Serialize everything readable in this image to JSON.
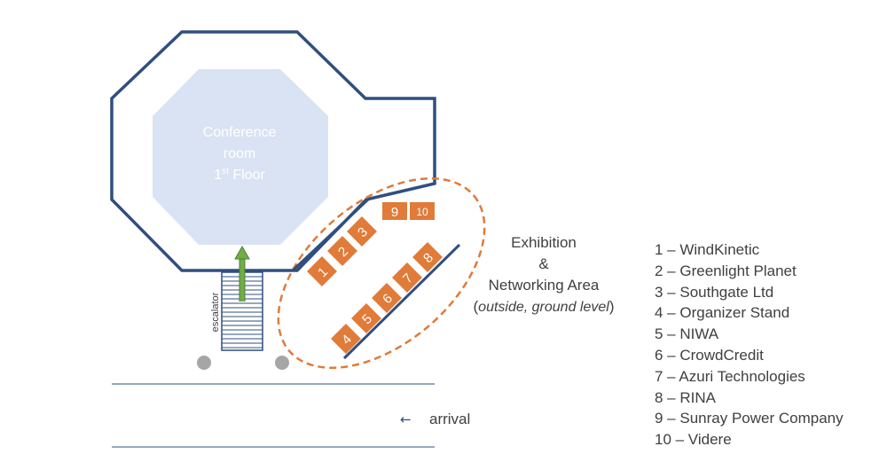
{
  "conference_room": {
    "line1": "Conference",
    "line2": "room",
    "line3_num": "1",
    "line3_sup": "st",
    "line3_rest": " Floor"
  },
  "escalator_label": "escalator",
  "exhibition": {
    "line1": "Exhibition",
    "line2": "&",
    "line3": "Networking Area",
    "line4_open": "(",
    "line4_italic": "outside, ground level",
    "line4_close": ")"
  },
  "arrival": {
    "arrow": "←",
    "label": "arrival"
  },
  "booths": [
    {
      "label": "1"
    },
    {
      "label": "2"
    },
    {
      "label": "3"
    },
    {
      "label": "4"
    },
    {
      "label": "5"
    },
    {
      "label": "6"
    },
    {
      "label": "7"
    },
    {
      "label": "8"
    },
    {
      "label": "9"
    },
    {
      "label": "10"
    }
  ],
  "legend": [
    "1 – WindKinetic",
    "2 – Greenlight Planet",
    "3 – Southgate Ltd",
    "4 – Organizer Stand",
    "5 – NIWA",
    "6 – CrowdCredit",
    "7 – Azuri Technologies",
    "8 – RINA",
    "9 – Sunray Power Company",
    "10 – Videre"
  ],
  "colors": {
    "building_outline": "#2f4f7f",
    "room_fill": "#dae3f3",
    "booth_fill": "#e07b39",
    "dashed_ellipse": "#e07b39",
    "escalator_arrow": "#70ad47",
    "pillar": "#a6a6a6",
    "text": "#404040"
  }
}
